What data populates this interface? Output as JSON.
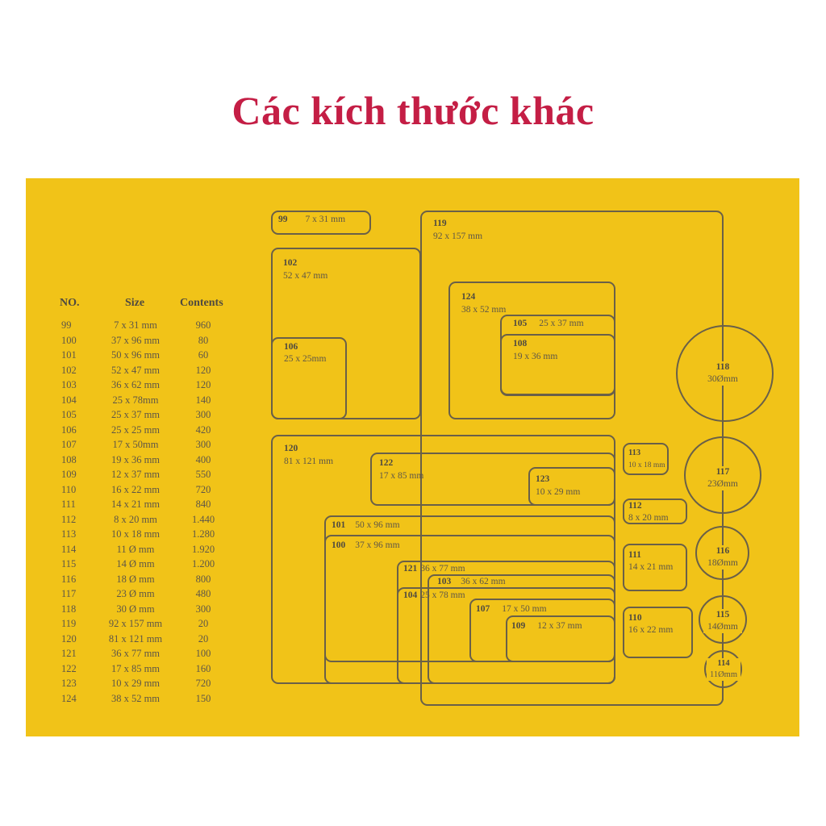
{
  "title": "Các kích thước khác",
  "colors": {
    "title": "#c41e45",
    "panel": "#f1c318",
    "line": "#6a6048",
    "text": "#5e5648"
  },
  "table": {
    "headers": {
      "no": "NO.",
      "size": "Size",
      "contents": "Contents"
    },
    "rows": [
      {
        "no": "99",
        "size": "7 x 31 mm",
        "contents": "960"
      },
      {
        "no": "100",
        "size": "37 x 96 mm",
        "contents": "80"
      },
      {
        "no": "101",
        "size": "50 x 96 mm",
        "contents": "60"
      },
      {
        "no": "102",
        "size": "52 x 47 mm",
        "contents": "120"
      },
      {
        "no": "103",
        "size": "36 x 62 mm",
        "contents": "120"
      },
      {
        "no": "104",
        "size": "25 x 78mm",
        "contents": "140"
      },
      {
        "no": "105",
        "size": "25 x 37 mm",
        "contents": "300"
      },
      {
        "no": "106",
        "size": "25 x 25 mm",
        "contents": "420"
      },
      {
        "no": "107",
        "size": "17 x 50mm",
        "contents": "300"
      },
      {
        "no": "108",
        "size": "19 x 36 mm",
        "contents": "400"
      },
      {
        "no": "109",
        "size": "12 x 37 mm",
        "contents": "550"
      },
      {
        "no": "110",
        "size": "16 x 22 mm",
        "contents": "720"
      },
      {
        "no": "111",
        "size": "14 x 21 mm",
        "contents": "840"
      },
      {
        "no": "112",
        "size": "8 x 20 mm",
        "contents": "1.440"
      },
      {
        "no": "113",
        "size": "10 x 18 mm",
        "contents": "1.280"
      },
      {
        "no": "114",
        "size": "11 Ø mm",
        "contents": "1.920"
      },
      {
        "no": "115",
        "size": "14 Ø mm",
        "contents": "1.200"
      },
      {
        "no": "116",
        "size": "18 Ø mm",
        "contents": "800"
      },
      {
        "no": "117",
        "size": "23 Ø mm",
        "contents": "480"
      },
      {
        "no": "118",
        "size": "30 Ø mm",
        "contents": "300"
      },
      {
        "no": "119",
        "size": "92 x 157 mm",
        "contents": "20"
      },
      {
        "no": "120",
        "size": "81 x 121 mm",
        "contents": "20"
      },
      {
        "no": "121",
        "size": "36 x 77 mm",
        "contents": "100"
      },
      {
        "no": "122",
        "size": "17 x 85 mm",
        "contents": "160"
      },
      {
        "no": "123",
        "size": "10 x 29 mm",
        "contents": "720"
      },
      {
        "no": "124",
        "size": "38 x 52 mm",
        "contents": "150"
      }
    ]
  },
  "diagram": {
    "boxes": {
      "b99": {
        "no": "99",
        "size": "7 x 31 mm"
      },
      "b102": {
        "no": "102",
        "size": "52 x 47 mm"
      },
      "b106": {
        "no": "106",
        "size": "25 x 25mm"
      },
      "b119": {
        "no": "119",
        "size": "92 x 157 mm"
      },
      "b124": {
        "no": "124",
        "size": "38 x 52 mm"
      },
      "b105": {
        "no": "105",
        "size": "25 x 37 mm"
      },
      "b108": {
        "no": "108",
        "size": "19 x 36 mm"
      },
      "b120": {
        "no": "120",
        "size": "81 x 121 mm"
      },
      "b122": {
        "no": "122",
        "size": "17 x 85 mm"
      },
      "b123": {
        "no": "123",
        "size": "10 x 29 mm"
      },
      "b101": {
        "no": "101",
        "size": "50 x 96 mm"
      },
      "b100": {
        "no": "100",
        "size": "37 x 96 mm"
      },
      "b121": {
        "no": "121",
        "size": "36 x 77 mm"
      },
      "b103": {
        "no": "103",
        "size": "36 x 62 mm"
      },
      "b104": {
        "no": "104",
        "size": "25 x 78 mm"
      },
      "b107": {
        "no": "107",
        "size": "17 x 50 mm"
      },
      "b109": {
        "no": "109",
        "size": "12 x 37 mm"
      },
      "b113": {
        "no": "113",
        "size": "10 x 18 mm"
      },
      "b112": {
        "no": "112",
        "size": "8 x 20 mm"
      },
      "b111": {
        "no": "111",
        "size": "14 x 21 mm"
      },
      "b110": {
        "no": "110",
        "size": "16 x 22 mm"
      }
    },
    "circles": {
      "c118": {
        "no": "118",
        "size": "30Ømm"
      },
      "c117": {
        "no": "117",
        "size": "23Ømm"
      },
      "c116": {
        "no": "116",
        "size": "18Ømm"
      },
      "c115": {
        "no": "115",
        "size": "14Ømm"
      },
      "c114": {
        "no": "114",
        "size": "11Ømm"
      }
    }
  }
}
